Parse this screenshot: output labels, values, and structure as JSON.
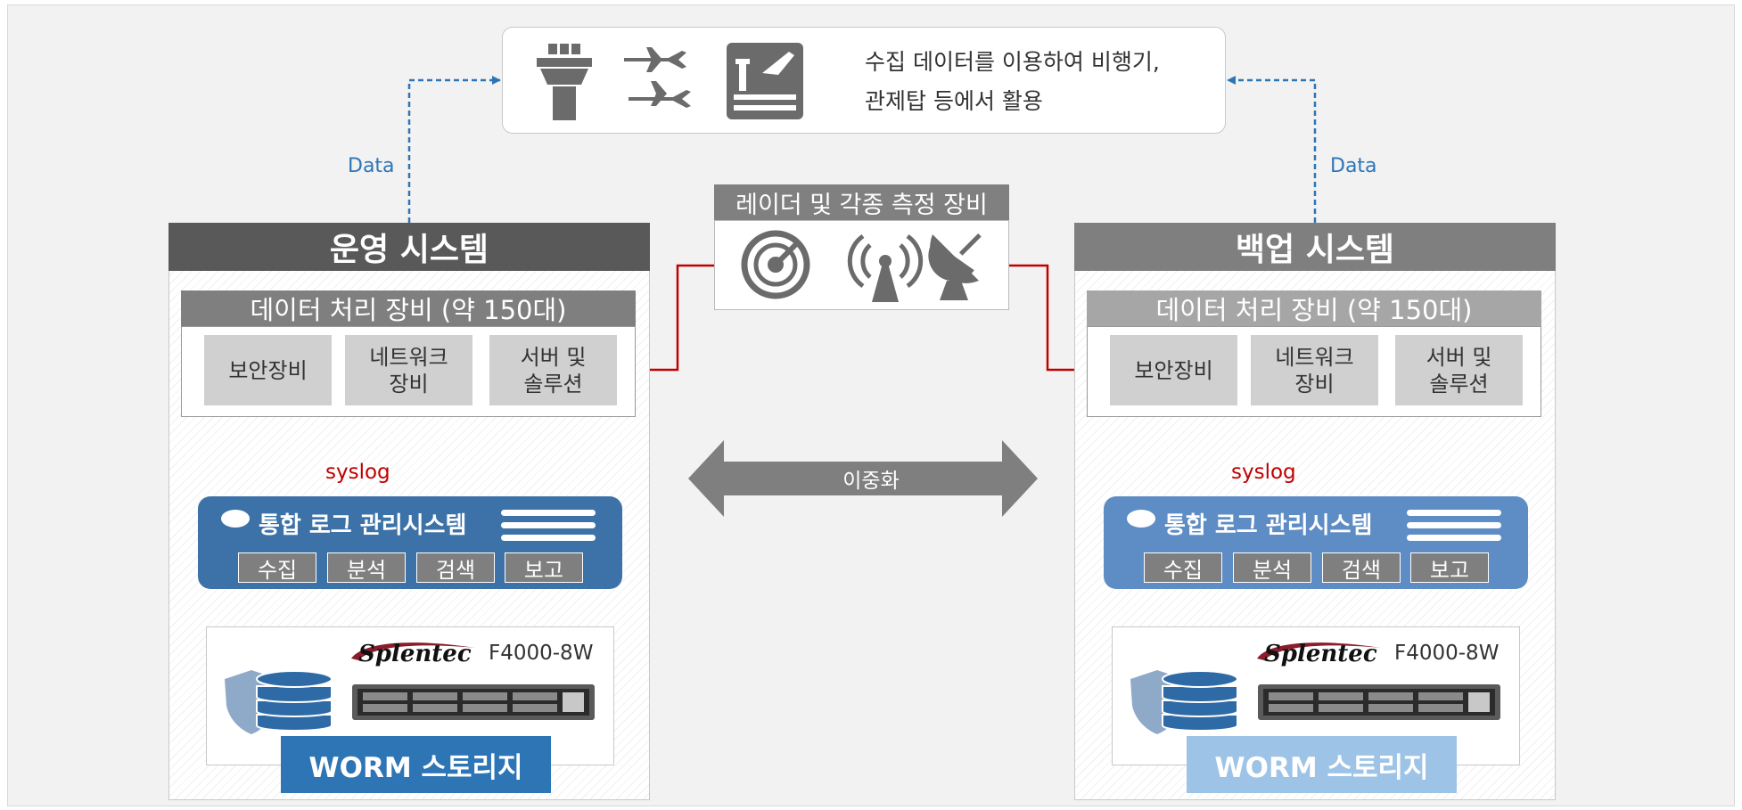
{
  "top": {
    "line1": "수집 데이터를 이용하여 비행기,",
    "line2": "관제탑 등에서 활용"
  },
  "data_label": "Data",
  "radar": {
    "title": "레이더 및 각종 측정 장비"
  },
  "redundancy": "이중화",
  "systems": [
    {
      "title": "운영 시스템",
      "equip_title": "데이터 처리 장비 (약 150대)",
      "equipment": [
        "보안장비",
        "네트워크\n장비",
        "서버 및\n솔루션"
      ],
      "syslog": "syslog",
      "log_title": "통합 로그 관리시스템",
      "functions": [
        "수집",
        "분석",
        "검색",
        "보고"
      ],
      "brand": "Splentec",
      "model": "F4000-8W",
      "storage": "WORM 스토리지"
    },
    {
      "title": "백업 시스템",
      "equip_title": "데이터 처리 장비 (약 150대)",
      "equipment": [
        "보안장비",
        "네트워크\n장비",
        "서버 및\n솔루션"
      ],
      "syslog": "syslog",
      "log_title": "통합 로그 관리시스템",
      "functions": [
        "수집",
        "분석",
        "검색",
        "보고"
      ],
      "brand": "Splentec",
      "model": "F4000-8W",
      "storage": "WORM 스토리지"
    }
  ],
  "colors": {
    "op_title": "#595959",
    "backup_title": "#7f7f7f",
    "op_equip_head": "#7f7f7f",
    "backup_equip_head": "#a6a6a6",
    "op_log": "#3d72a8",
    "backup_log": "#5e8cc4",
    "op_worm": "#2e75b6",
    "backup_worm": "#9dc3e6",
    "data_line": "#2e75b6",
    "alert_line": "#c00000"
  },
  "icons": [
    "control-tower-icon",
    "airplanes-icon",
    "airport-icon",
    "radar-icon",
    "antenna-tower-icon",
    "satellite-dish-icon",
    "database-shield-icon",
    "server-rack-icon"
  ]
}
